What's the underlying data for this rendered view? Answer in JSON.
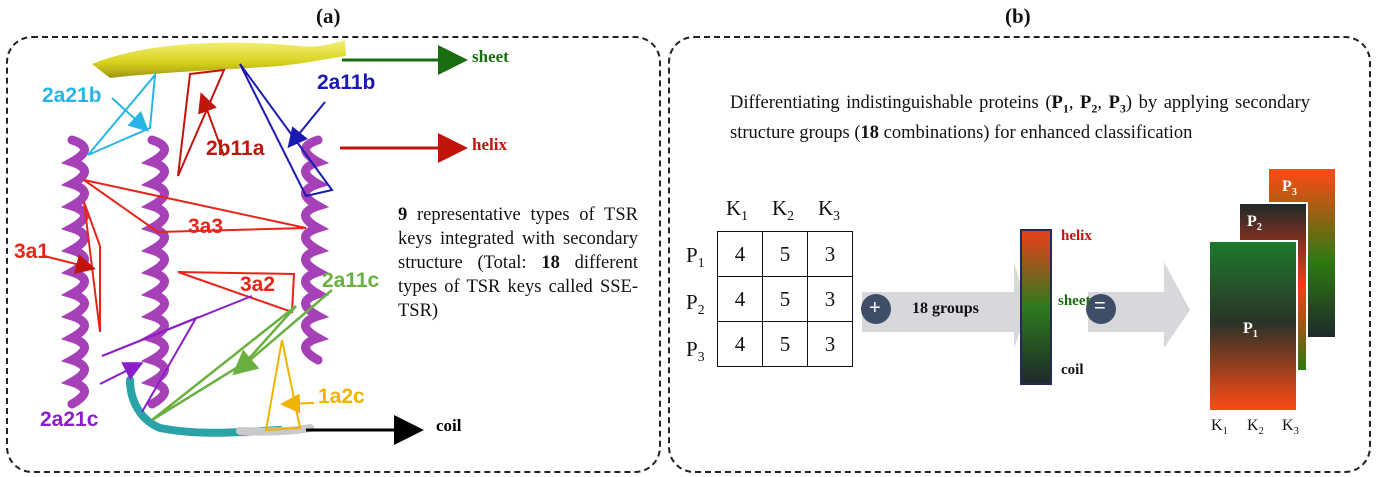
{
  "panel_a": {
    "title": "(a)",
    "labels": {
      "sheet": "sheet",
      "helix": "helix",
      "coil": "coil",
      "k2a21b": "2a21b",
      "k2a11b": "2a11b",
      "k2b11a": "2b11a",
      "k3a3": "3a3",
      "k3a1": "3a1",
      "k3a2": "3a2",
      "k2a11c": "2a11c",
      "k1a2c": "1a2c",
      "k2a21c": "2a21c"
    },
    "description": {
      "num1": "9",
      "part1": " representative types of TSR keys integrated with secondary structure (Total: ",
      "num2": "18",
      "part2": " different types of TSR keys called SSE-TSR)"
    }
  },
  "panel_b": {
    "title": "(b)",
    "description": {
      "t1": "Differentiating indistinguishable proteins (",
      "p1": "P",
      "s1": "1",
      "sep1": ", ",
      "p2": "P",
      "s2": "2",
      "sep2": ", ",
      "p3": "P",
      "s3": "3",
      "t2": ") by applying secondary structure groups (",
      "n18": "18",
      "t3": " combinations) for enhanced classification"
    },
    "matrix": {
      "col_letter": "K",
      "row_letter": "P",
      "col_subs": [
        "1",
        "2",
        "3"
      ],
      "row_subs": [
        "1",
        "2",
        "3"
      ],
      "rows": [
        [
          "4",
          "5",
          "3"
        ],
        [
          "4",
          "5",
          "3"
        ],
        [
          "4",
          "5",
          "3"
        ]
      ]
    },
    "plus_symbol": "+",
    "equals_symbol": "=",
    "groups_label": "18 groups",
    "colorbar_labels": {
      "helix": "helix",
      "sheet": "sheet",
      "coil": "coil"
    },
    "colors": {
      "helix": "#c0140c",
      "sheet": "#1d6b12",
      "coil": "#111111"
    },
    "cards": [
      {
        "letter": "P",
        "sub": "3"
      },
      {
        "letter": "P",
        "sub": "2"
      },
      {
        "letter": "P",
        "sub": "1"
      }
    ],
    "card_axis": {
      "letter": "K",
      "subs": [
        "1",
        "2",
        "3"
      ]
    }
  }
}
